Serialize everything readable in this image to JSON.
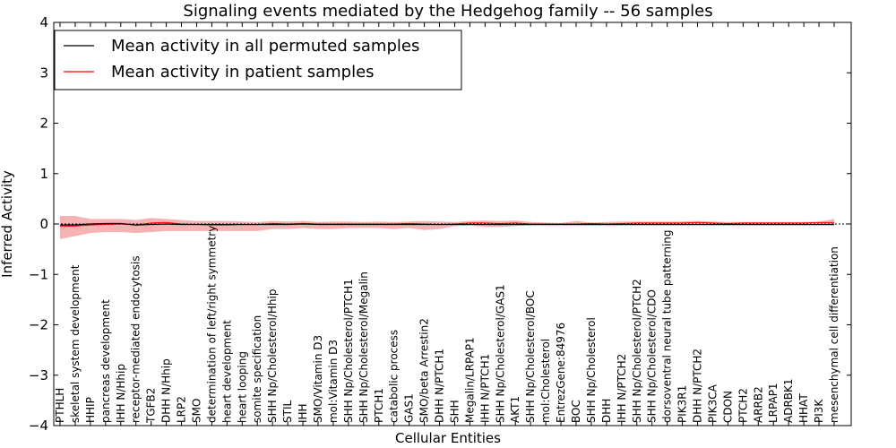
{
  "chart_data": {
    "type": "line",
    "title": "Signaling events mediated by the Hedgehog family -- 56 samples",
    "xlabel": "Cellular Entities",
    "ylabel": "Inferred Activity",
    "ylim": [
      -4,
      4
    ],
    "yticks": [
      -4,
      -3,
      -2,
      -1,
      0,
      1,
      2,
      3,
      4
    ],
    "ytick_labels": [
      "−4",
      "−3",
      "−2",
      "−1",
      "0",
      "1",
      "2",
      "3",
      "4"
    ],
    "grid": false,
    "legend_position": "top-left",
    "colors": {
      "permuted": "#000000",
      "patient": "#ff0000",
      "patient_band": "#f4a0a0",
      "permuted_band": "#c8d0e8"
    },
    "categories": [
      "PTHLH",
      "skeletal system development",
      "HHIP",
      "pancreas development",
      "IHH N/Hhip",
      "receptor-mediated endocytosis",
      "TGFB2",
      "DHH N/Hhip",
      "LRP2",
      "SMO",
      "determination of left/right symmetry",
      "heart development",
      "heart looping",
      "somite specification",
      "SHH Np/Cholesterol/Hhip",
      "STIL",
      "IHH",
      "SMO/Vitamin D3",
      "mol:Vitamin D3",
      "SHH Np/Cholesterol/PTCH1",
      "SHH Np/Cholesterol/Megalin",
      "PTCH1",
      "catabolic process",
      "GAS1",
      "SMO/beta Arrestin2",
      "DHH N/PTCH1",
      "SHH",
      "Megalin/LRPAP1",
      "IHH N/PTCH1",
      "SHH Np/Cholesterol/GAS1",
      "AKT1",
      "SHH Np/Cholesterol/BOC",
      "mol:Cholesterol",
      "EntrezGene:84976",
      "BOC",
      "SHH Np/Cholesterol",
      "DHH",
      "IHH N/PTCH2",
      "SHH Np/Cholesterol/PTCH2",
      "SHH Np/Cholesterol/CDO",
      "dorsoventral neural tube patterning",
      "PIK3R1",
      "DHH N/PTCH2",
      "PIK3CA",
      "CDON",
      "PTCH2",
      "ARRB2",
      "LRPAP1",
      "ADRBK1",
      "HHAT",
      "PI3K",
      "mesenchymal cell differentiation"
    ],
    "series": [
      {
        "name": "Mean activity in all permuted samples",
        "values": [
          -0.02,
          -0.02,
          0.0,
          0.01,
          0.01,
          -0.02,
          -0.01,
          0.0,
          -0.01,
          -0.01,
          -0.01,
          -0.01,
          -0.01,
          -0.01,
          -0.01,
          -0.01,
          0.0,
          -0.01,
          -0.01,
          -0.01,
          -0.01,
          -0.01,
          -0.01,
          -0.01,
          -0.01,
          -0.01,
          -0.01,
          -0.01,
          -0.01,
          -0.01,
          -0.01,
          -0.01,
          -0.01,
          -0.01,
          -0.01,
          -0.01,
          -0.01,
          -0.01,
          -0.01,
          -0.01,
          -0.01,
          -0.01,
          -0.01,
          -0.01,
          -0.01,
          -0.01,
          -0.01,
          -0.01,
          -0.01,
          -0.01,
          -0.01,
          -0.01
        ]
      },
      {
        "name": "Mean activity in patient samples",
        "values": [
          -0.05,
          -0.04,
          -0.02,
          -0.01,
          0.0,
          -0.02,
          0.02,
          0.03,
          0.0,
          -0.01,
          -0.02,
          -0.02,
          -0.01,
          -0.01,
          0.01,
          0.0,
          0.01,
          0.0,
          0.0,
          0.0,
          0.0,
          0.0,
          0.0,
          0.01,
          0.0,
          -0.01,
          0.0,
          0.02,
          0.02,
          0.01,
          0.02,
          0.0,
          0.0,
          0.0,
          0.0,
          0.01,
          0.0,
          0.01,
          0.02,
          0.02,
          0.02,
          0.02,
          0.03,
          0.02,
          0.01,
          0.02,
          0.02,
          0.02,
          0.02,
          0.02,
          0.03,
          0.03
        ],
        "upper": [
          0.16,
          0.16,
          0.1,
          0.1,
          0.1,
          0.08,
          0.12,
          0.1,
          0.08,
          0.06,
          0.06,
          0.06,
          0.05,
          0.04,
          0.06,
          0.05,
          0.06,
          0.04,
          0.05,
          0.05,
          0.04,
          0.05,
          0.04,
          0.05,
          0.06,
          0.05,
          0.04,
          0.06,
          0.07,
          0.06,
          0.07,
          0.04,
          0.03,
          0.02,
          0.06,
          0.03,
          0.04,
          0.05,
          0.05,
          0.05,
          0.05,
          0.05,
          0.06,
          0.05,
          0.04,
          0.04,
          0.04,
          0.04,
          0.04,
          0.04,
          0.05,
          0.1
        ],
        "lower": [
          -0.3,
          -0.24,
          -0.18,
          -0.16,
          -0.16,
          -0.18,
          -0.16,
          -0.14,
          -0.14,
          -0.14,
          -0.14,
          -0.14,
          -0.14,
          -0.14,
          -0.1,
          -0.1,
          -0.08,
          -0.1,
          -0.1,
          -0.08,
          -0.08,
          -0.08,
          -0.1,
          -0.08,
          -0.12,
          -0.1,
          -0.04,
          -0.02,
          -0.06,
          -0.06,
          -0.04,
          -0.02,
          -0.02,
          -0.02,
          -0.02,
          -0.02,
          -0.02,
          -0.02,
          -0.02,
          -0.02,
          -0.02,
          -0.02,
          -0.02,
          -0.02,
          -0.02,
          -0.02,
          -0.02,
          -0.02,
          -0.02,
          -0.02,
          -0.02,
          -0.02
        ]
      }
    ]
  }
}
